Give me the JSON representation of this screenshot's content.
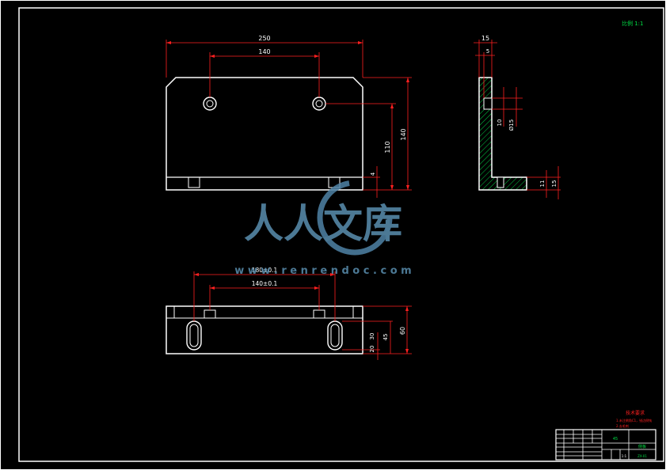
{
  "corner_mark": "比例 1:1",
  "front_view": {
    "dim_overall_width": "250",
    "dim_hole_spacing": "140",
    "dim_height_total": "140",
    "dim_hole_height": "110",
    "dim_small_step": "4"
  },
  "side_view": {
    "dim_top_width": "15",
    "dim_inner_width": "5",
    "dim_hole_offset": "10",
    "dim_hole_dia": "Ø15",
    "dim_base_thickness": "11",
    "dim_base_height": "15"
  },
  "top_view": {
    "dim_slot_outer": "180±0.1",
    "dim_slot_inner": "140±0.1",
    "dim_slot_length": "30",
    "dim_slot_to_edge": "20",
    "dim_mid": "45",
    "dim_total_depth": "60"
  },
  "watermark": {
    "chinese": "人人文库",
    "url": "w w w . r e n r e n d o c . c o m"
  },
  "tech_notes": {
    "title": "技术要求",
    "line1": "1.未注倒角C1，锐边倒钝",
    "line2": "2.去毛刺"
  },
  "title_block": {
    "part_name": "侧板",
    "material": "45",
    "scale": "1:1",
    "drawing_no": "ZX-01"
  },
  "colors": {
    "outline": "#ffffff",
    "dimension": "#ff2020",
    "hatch": "#00cc44",
    "watermark": "#5a8fb0"
  }
}
